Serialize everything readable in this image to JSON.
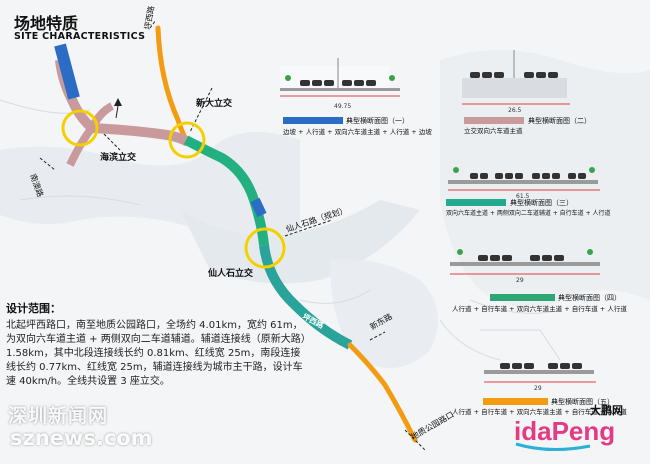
{
  "header": {
    "title_zh": "场地特质",
    "title_en": "SITE CHARACTERISTICS"
  },
  "map_labels": {
    "gun_road": "坪西路",
    "xinda": "新大立交",
    "haibin": "海滨立交",
    "nanao": "南澳路",
    "xianrenshi_rd": "仙人石路（规划）",
    "xianrenshi": "仙人石立交",
    "pingxi": "坪西路",
    "xindongroad": "新东路",
    "dizhi": "地质公园路口"
  },
  "description": {
    "heading": "设计范围：",
    "body": "北起坪西路口，南至地质公园路口，全场约 4.01km，宽约 61m，为双向六车道主道 + 两侧双向二车道辅道。辅道连接线（原新大路）1.58km，其中北段连接线长约 0.81km、红线宽 25m，南段连接线长约 0.77km、红线宽 25m，辅道连接线为城市主干路，设计车速 40km/h。全线共设置 3 座立交。"
  },
  "sections": [
    {
      "name": "典型横断面图（一）",
      "caption": "边坡 + 人行道 + 双向六车道主道 + 人行道 + 边坡",
      "color": "#2b6cc4"
    },
    {
      "name": "典型横断面图（二）",
      "caption": "立交双向六车道主道",
      "color": "#c99a9c"
    },
    {
      "name": "典型横断面图（三）",
      "caption": "双向六车道主道 + 两侧双向二车道辅道 + 自行车道 + 人行道",
      "color": "#23a98c"
    },
    {
      "name": "典型横断面图（四）",
      "caption": "人行道 + 自行车道 + 双向六车道主道 + 自行车道 + 人行道",
      "color": "#2ca673"
    },
    {
      "name": "典型横断面图（五）",
      "caption": "人行道 + 自行车道 + 双向六车道主道 + 自行车道 + 人行道",
      "color": "#f39c12"
    }
  ],
  "section_dims": {
    "s1": "49.75",
    "s2": "26.5",
    "s3": "61.5",
    "s4": "29",
    "s5": "29"
  },
  "watermark": {
    "line1": "深圳新闻网",
    "line2": "sznews.com"
  },
  "logo": {
    "text_en": "idaPeng",
    "text_zh": "大鹏网"
  },
  "colors": {
    "route_orange": "#f39c12",
    "route_green": "#23b081",
    "route_teal": "#26a0a0",
    "route_pink": "#c99a9c",
    "route_blue": "#2b6cc4",
    "circle": "#f5d000"
  }
}
